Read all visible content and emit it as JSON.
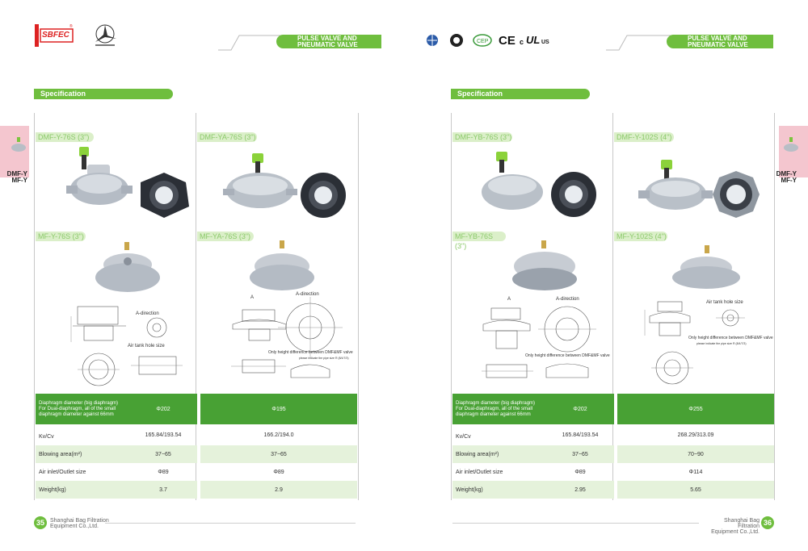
{
  "header": {
    "left_logo_text": "SBFEC",
    "left_logo_reg": "®",
    "banner_line1": "PULSE VALVE AND",
    "banner_line2": "PNEUMATIC VALVE",
    "cert_ce": "CE",
    "cert_c": "c",
    "cert_ul": "UL",
    "cert_us": "US"
  },
  "spec_label": "Specification",
  "side_tab": {
    "line1": "DMF-Y",
    "line2": "MF-Y"
  },
  "models": {
    "l1": "DMF-Y-76S (3\")",
    "l2": "DMF-YA-76S (3\")",
    "l3": "MF-Y-76S (3\")",
    "l4": "MF-YA-76S (3\")",
    "r1": "DMF-YB-76S (3\")",
    "r2": "DMF-Y-102S (4\")",
    "r3": "MF-YB-76S (3\")",
    "r4": "MF-Y-102S (4\")"
  },
  "captions": {
    "a_direction": "A-direction",
    "air_tank": "Air tank hole size",
    "only_height": "Only height difference between DMF&MF valve",
    "please_indicate": "please indicate the pipe size R (8/4/7/3)",
    "a_mark": "A"
  },
  "rows": {
    "diaphragm_label": "Diaphragm diameter (big diaphragm)\nFor Dual-diaphragm, all of the small\ndiaphragm diameter against 66mm",
    "kv": "Kv/Cv",
    "blowing": "Blowing area(m²)",
    "air": "Air inlet/Outlet size",
    "weight": "Weight(kg)"
  },
  "left_table": {
    "c1": {
      "diaphragm": "Φ202",
      "kv": "165.84/193.54",
      "blowing": "37~65",
      "air": "Φ89",
      "weight": "3.7"
    },
    "c2": {
      "diaphragm": "Φ195",
      "kv": "166.2/194.0",
      "blowing": "37~65",
      "air": "Φ89",
      "weight": "2.9"
    }
  },
  "right_table": {
    "c1": {
      "diaphragm": "Φ202",
      "kv": "165.84/193.54",
      "blowing": "37~65",
      "air": "Φ89",
      "weight": "2.95"
    },
    "c2": {
      "diaphragm": "Φ255",
      "kv": "268.29/313.09",
      "blowing": "70~90",
      "air": "Φ114",
      "weight": "5.65"
    }
  },
  "footer": {
    "left_page": "35",
    "right_page": "36",
    "company1": "Shanghai Bag Filtration",
    "company2": "Equipment Co.,Ltd."
  },
  "colors": {
    "accent": "#6fbe3e",
    "dark_green": "#48a134",
    "light_green": "#e5f2db",
    "side_pink": "#f4c6cf"
  }
}
